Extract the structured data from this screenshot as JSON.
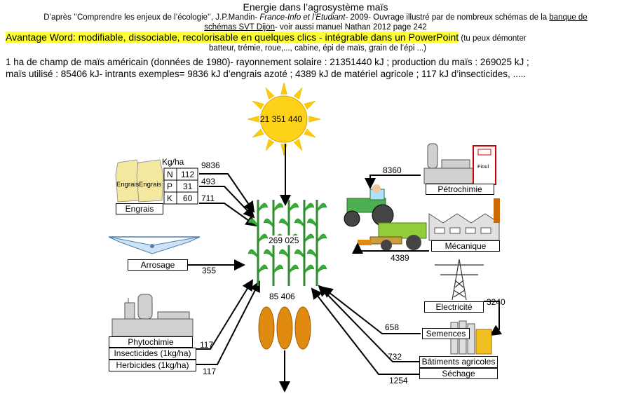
{
  "header": {
    "title": "Energie dans l’agrosystème maïs",
    "source_prefix": "D’après ’’Comprendre les enjeux de l’écologie’’, J.P.Mandin- ",
    "source_publisher": "France-Info et l’Etudiant",
    "source_mid": "- 2009- Ouvrage illustré par de nombreux schémas de la ",
    "source_link1": "banque de",
    "source_link2": "schémas SVT Dijon",
    "source_suffix": "- voir aussi manuel Nathan 2012 page 242",
    "advantage_highlight": "Avantage Word: modifiable, dissociable, recolorisable en quelques clics - intégrable dans un PowerPoint",
    "advantage_note1": " (tu peux démonter",
    "advantage_note2": "batteur, trémie, roue,..., cabine,  épi de maïs, grain de l’épi ...)",
    "facts_line1": "1 ha de champ de maïs américain (données de 1980)- rayonnement solaire : 21351440 kJ ; production du maïs : 269025 kJ ;",
    "facts_line2": "maïs utilisé : 85406 kJ- intrants exemples= 9836 kJ d’engrais azoté ; 4389 kJ de matériel agricole ; 117 kJ d’insecticides, ....."
  },
  "sun": {
    "value": "21 351 440"
  },
  "corn": {
    "production": "269 025",
    "used": "85 406"
  },
  "engrais": {
    "unit": "Kg/ha",
    "bag_label": "Engrais",
    "label": "Engrais",
    "rows": [
      {
        "element": "N",
        "amount": "112",
        "energy": "9836"
      },
      {
        "element": "P",
        "amount": "31",
        "energy": "493"
      },
      {
        "element": "K",
        "amount": "60",
        "energy": "711"
      }
    ]
  },
  "arrosage": {
    "label": "Arrosage",
    "energy": "355"
  },
  "phytochimie": {
    "label": "Phytochimie",
    "insecticides": "Insecticides (1kg/ha)",
    "herbicides": "Herbicides (1kg/ha)",
    "energy_insecticides": "117",
    "energy_herbicides": "117"
  },
  "petrochimie": {
    "label": "Pétrochimie",
    "energy": "8360",
    "pump_label": "Fioul"
  },
  "mecanique": {
    "label": "Mécanique",
    "energy": "4389"
  },
  "electricite": {
    "label": "Electricité",
    "energy": "3240"
  },
  "semences": {
    "label": "Semences",
    "energy": "658"
  },
  "batiments": {
    "label": "Bâtiments agricoles",
    "energy": "732"
  },
  "sechage": {
    "label": "Séchage",
    "energy": "1254"
  },
  "colors": {
    "sun": "#ffcc00",
    "leaf": "#33b033",
    "tractor": "#4caf50",
    "combine": "#8fce3a",
    "corn": "#e08a10",
    "fuel_pump": "#cc0000"
  }
}
